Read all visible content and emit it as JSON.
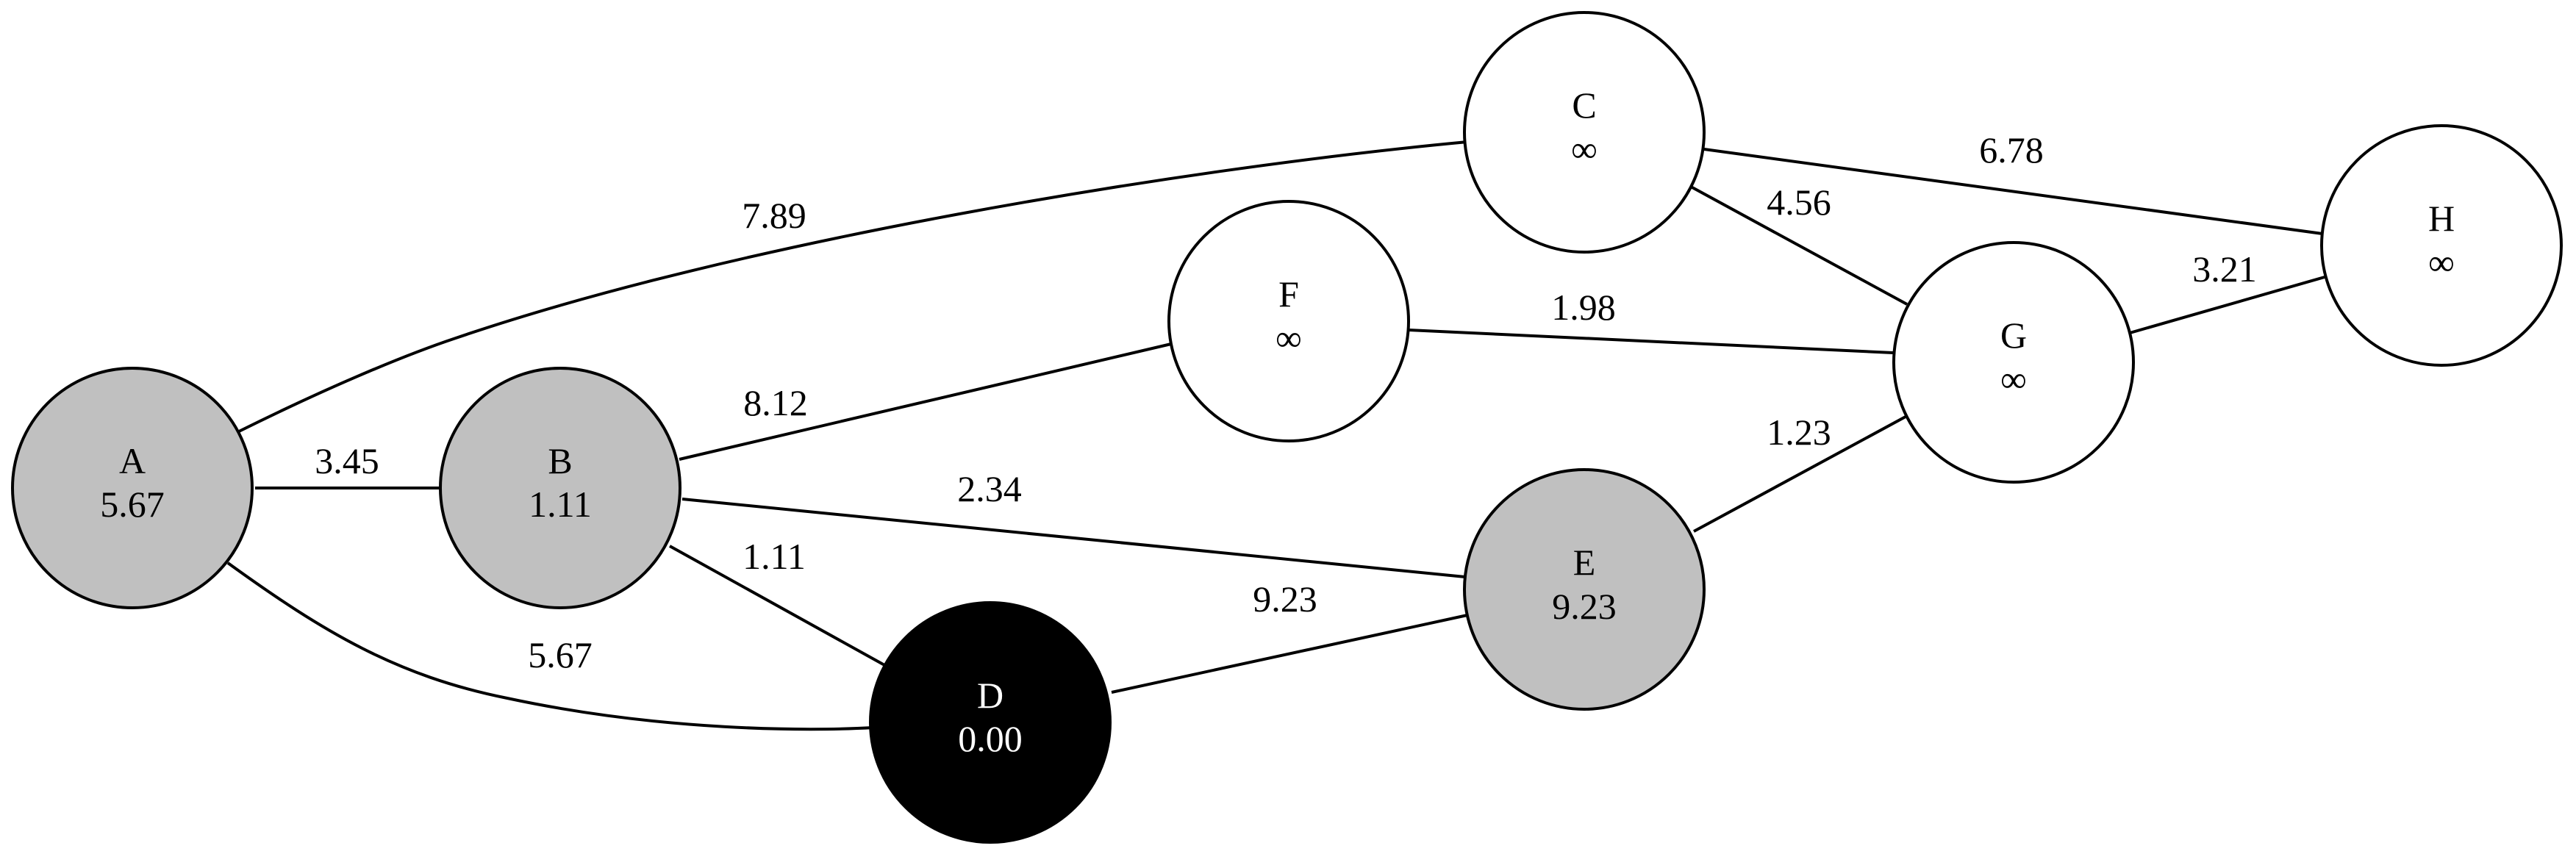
{
  "graph": {
    "nodes": [
      {
        "id": "A",
        "name": "A",
        "distance": "5.67",
        "fill": "#c0c0c0",
        "text_color": "#000000"
      },
      {
        "id": "B",
        "name": "B",
        "distance": "1.11",
        "fill": "#c0c0c0",
        "text_color": "#000000"
      },
      {
        "id": "C",
        "name": "C",
        "distance": "∞",
        "fill": "#ffffff",
        "text_color": "#000000"
      },
      {
        "id": "D",
        "name": "D",
        "distance": "0.00",
        "fill": "#000000",
        "text_color": "#ffffff"
      },
      {
        "id": "E",
        "name": "E",
        "distance": "9.23",
        "fill": "#c0c0c0",
        "text_color": "#000000"
      },
      {
        "id": "F",
        "name": "F",
        "distance": "∞",
        "fill": "#ffffff",
        "text_color": "#000000"
      },
      {
        "id": "G",
        "name": "G",
        "distance": "∞",
        "fill": "#ffffff",
        "text_color": "#000000"
      },
      {
        "id": "H",
        "name": "H",
        "distance": "∞",
        "fill": "#ffffff",
        "text_color": "#000000"
      }
    ],
    "edges": [
      {
        "from": "A",
        "to": "B",
        "weight": "3.45"
      },
      {
        "from": "A",
        "to": "C",
        "weight": "7.89"
      },
      {
        "from": "A",
        "to": "D",
        "weight": "5.67"
      },
      {
        "from": "B",
        "to": "F",
        "weight": "8.12"
      },
      {
        "from": "B",
        "to": "E",
        "weight": "2.34"
      },
      {
        "from": "B",
        "to": "D",
        "weight": "1.11"
      },
      {
        "from": "D",
        "to": "E",
        "weight": "9.23"
      },
      {
        "from": "F",
        "to": "G",
        "weight": "1.98"
      },
      {
        "from": "C",
        "to": "G",
        "weight": "4.56"
      },
      {
        "from": "C",
        "to": "H",
        "weight": "6.78"
      },
      {
        "from": "G",
        "to": "H",
        "weight": "3.21"
      },
      {
        "from": "E",
        "to": "G",
        "weight": "1.23"
      }
    ]
  }
}
